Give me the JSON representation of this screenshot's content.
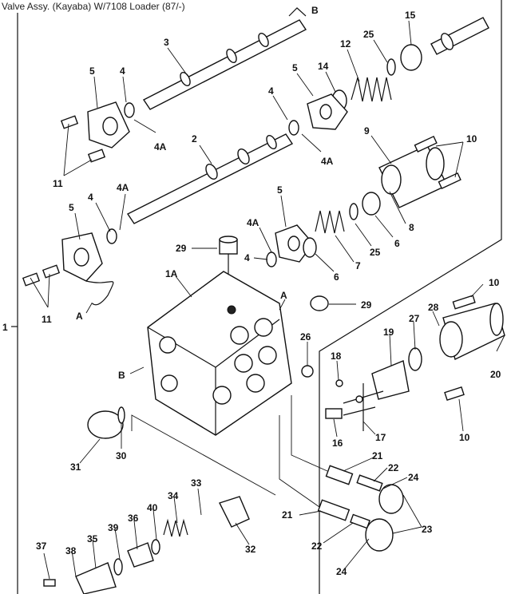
{
  "title": "Valve Assy. (Kayaba) W/7108 Loader (87/-)",
  "bracket_label": "1",
  "labels": {
    "B_top": "B",
    "l3": "3",
    "l15": "15",
    "l25_top": "25",
    "l12": "12",
    "l5_left": "5",
    "l4_left": "4",
    "l5_mid": "5",
    "l14": "14",
    "l4_mid": "4",
    "l4A_left": "4A",
    "l4A_mid": "4A",
    "l11_top": "11",
    "l2": "2",
    "l9": "9",
    "l10_top": "10",
    "l4_low": "4",
    "l4A_low": "4A",
    "l5_low_left": "5",
    "l5_low_right": "5",
    "l4A_right": "4A",
    "l8": "8",
    "l6_a": "6",
    "l25_low": "25",
    "l7": "7",
    "l6_b": "6",
    "l29_top": "29",
    "l4_solo": "4",
    "l11_low": "11",
    "A_left": "A",
    "l1A": "1A",
    "A_right": "A",
    "l29_right": "29",
    "l10_mid": "10",
    "l28": "28",
    "l27": "27",
    "l19": "19",
    "l26": "26",
    "l18": "18",
    "l20": "20",
    "B_left": "B",
    "l16": "16",
    "l17": "17",
    "l10_low": "10",
    "l30": "30",
    "l31": "31",
    "l21_a": "21",
    "l22_a": "22",
    "l24_a": "24",
    "l33": "33",
    "l34": "34",
    "l40": "40",
    "l21_b": "21",
    "l23": "23",
    "l36": "36",
    "l39": "39",
    "l35": "35",
    "l37": "37",
    "l38": "38",
    "l32": "32",
    "l22_b": "22",
    "l24_b": "24"
  }
}
